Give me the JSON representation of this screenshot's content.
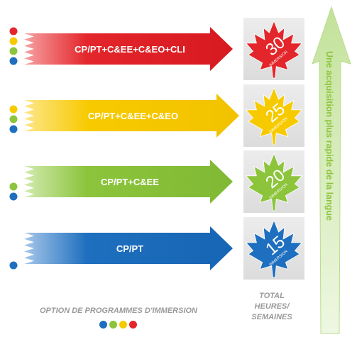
{
  "colors": {
    "red": "#e3262b",
    "yellow": "#f7ca00",
    "green": "#8cc43c",
    "blue": "#1e6fbf",
    "grey_panel": "#e6e6e6",
    "caption_grey": "#9a9a9a"
  },
  "programs": [
    {
      "label": "CP/PT+C&EE+C&EO+CLI",
      "hours": "30",
      "hours_caption": "IMMERSION",
      "dot_colors": [
        "red",
        "yellow",
        "green",
        "blue"
      ]
    },
    {
      "label": "CP/PT+C&EE+C&EO",
      "hours": "25",
      "hours_caption": "IMMERSION",
      "dot_colors": [
        "yellow",
        "green",
        "blue"
      ]
    },
    {
      "label": "CP/PT+C&EE",
      "hours": "20",
      "hours_caption": "IMMERSION",
      "dot_colors": [
        "green",
        "blue"
      ]
    },
    {
      "label": "CP/PT",
      "hours": "15",
      "hours_caption": "IMMERSION",
      "dot_colors": [
        "blue"
      ]
    }
  ],
  "captions": {
    "options": "OPTION DE PROGRAMMES D'IMMERSION",
    "total": "TOTAL HEURES/ SEMAINES"
  },
  "legend_dots": [
    "blue",
    "green",
    "yellow",
    "red"
  ],
  "side_arrow_text": "Une acquisition plus rapide de la langue",
  "icons": {
    "leaf": "maple-leaf-icon",
    "arrow": "pennant-arrow-icon",
    "big_arrow": "up-arrow-icon"
  }
}
